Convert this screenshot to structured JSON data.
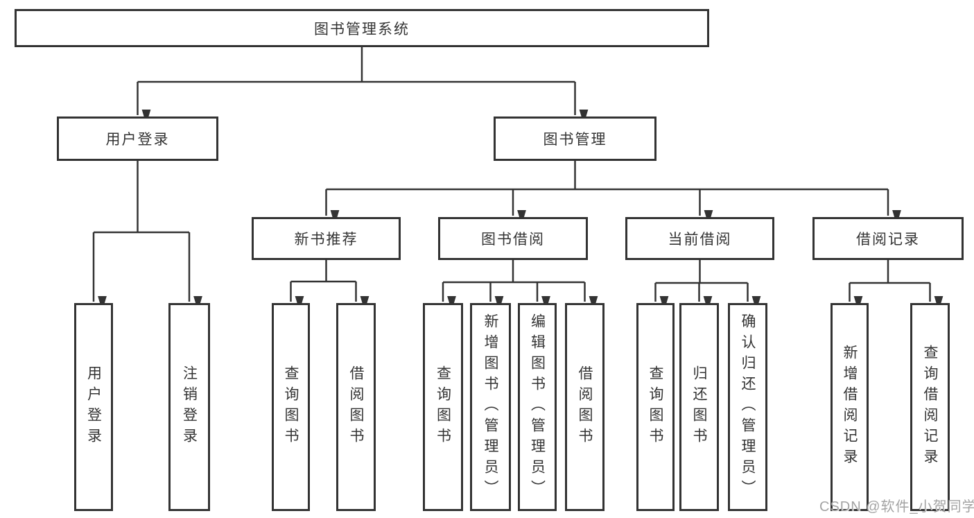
{
  "diagram": {
    "nodes": {
      "root": "图书管理系统",
      "user_login": "用户登录",
      "book_mgmt": "图书管理",
      "new_book_rec": "新书推荐",
      "book_borrow": "图书借阅",
      "current_borrow": "当前借阅",
      "borrow_records": "借阅记录",
      "leaf_user_login": "用户登录",
      "leaf_logout": "注销登录",
      "leaf_query_book_1": "查询图书",
      "leaf_borrow_book_1": "借阅图书",
      "leaf_query_book_2": "查询图书",
      "leaf_add_book": "新增图书（管理员）",
      "leaf_edit_book": "编辑图书（管理员）",
      "leaf_borrow_book_2": "借阅图书",
      "leaf_query_book_3": "查询图书",
      "leaf_return_book": "归还图书",
      "leaf_confirm_return": "确认归还（管理员）",
      "leaf_add_record": "新增借阅记录",
      "leaf_query_record": "查询借阅记录"
    },
    "hierarchy": {
      "图书管理系统": {
        "用户登录": [
          "用户登录",
          "注销登录"
        ],
        "图书管理": {
          "新书推荐": [
            "查询图书",
            "借阅图书"
          ],
          "图书借阅": [
            "查询图书",
            "新增图书（管理员）",
            "编辑图书（管理员）",
            "借阅图书"
          ],
          "当前借阅": [
            "查询图书",
            "归还图书",
            "确认归还（管理员）"
          ],
          "借阅记录": [
            "新增借阅记录",
            "查询借阅记录"
          ]
        }
      }
    }
  },
  "watermark": "CSDN @软件_小贺同学",
  "colors": {
    "background": "#ffffff",
    "box_border": "#333333",
    "line": "#333333",
    "text": "#333333",
    "watermark": "#a3a3a3"
  }
}
